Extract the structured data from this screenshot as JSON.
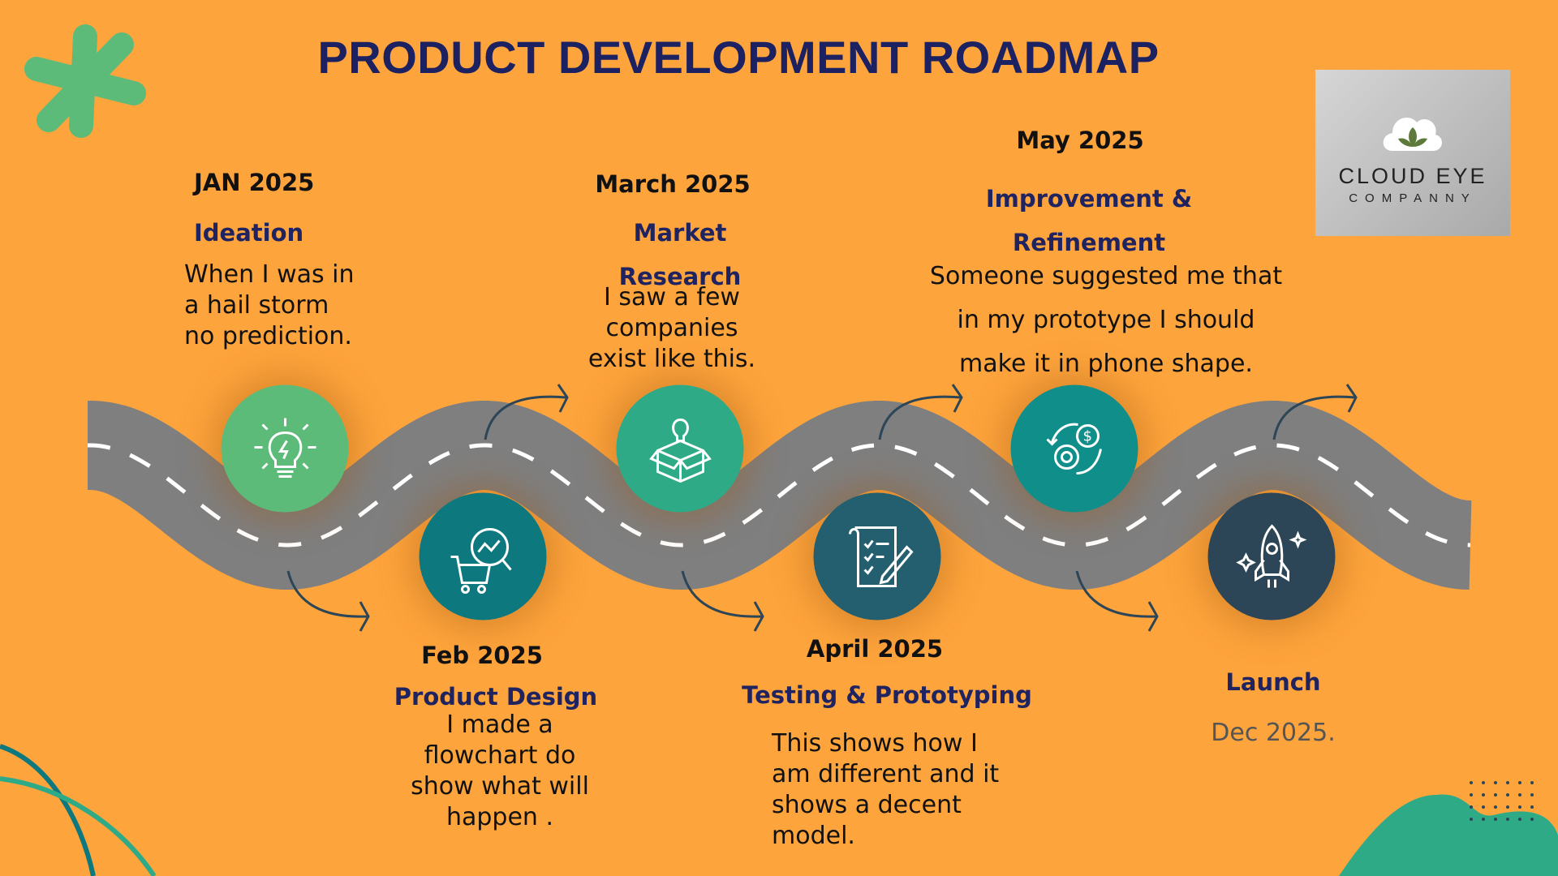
{
  "title": "PRODUCT DEVELOPMENT ROADMAP",
  "logo": {
    "line1": "CLOUD EYE",
    "line2": "COMPANNY"
  },
  "colors": {
    "background": "#fea43c",
    "road": "#7f7f7f",
    "heading": "#1f2360"
  },
  "milestones": [
    {
      "date": "JAN 2025",
      "heading": "Ideation",
      "body": [
        "When I was in",
        "a hail storm",
        "no prediction."
      ],
      "icon": "lightbulb-icon",
      "color": "#5dbb7a"
    },
    {
      "date": "Feb 2025",
      "heading": "Product Design",
      "body": [
        "I made a",
        "flowchart do",
        "show what will",
        "happen ."
      ],
      "icon": "cart-analytics-icon",
      "color": "#0e787f"
    },
    {
      "date": "March 2025",
      "heading": [
        "Market",
        "Research"
      ],
      "body": [
        "I saw a few",
        "companies",
        "exist like this."
      ],
      "icon": "idea-box-icon",
      "color": "#2eaa87"
    },
    {
      "date": "April 2025",
      "heading": "Testing & Prototyping",
      "body": [
        "This shows how I",
        "am different and it",
        "shows a decent",
        "model."
      ],
      "icon": "checklist-pen-icon",
      "color": "#235f6f"
    },
    {
      "date": "May 2025",
      "heading": [
        "Improvement &",
        "Refinement"
      ],
      "body": [
        "Someone suggested me that",
        "in my prototype I should",
        "make it in phone shape."
      ],
      "icon": "gear-dollar-cycle-icon",
      "color": "#0f8e8a"
    },
    {
      "heading": "Launch",
      "date": "Dec 2025.",
      "icon": "rocket-icon",
      "color": "#2c4657"
    }
  ]
}
